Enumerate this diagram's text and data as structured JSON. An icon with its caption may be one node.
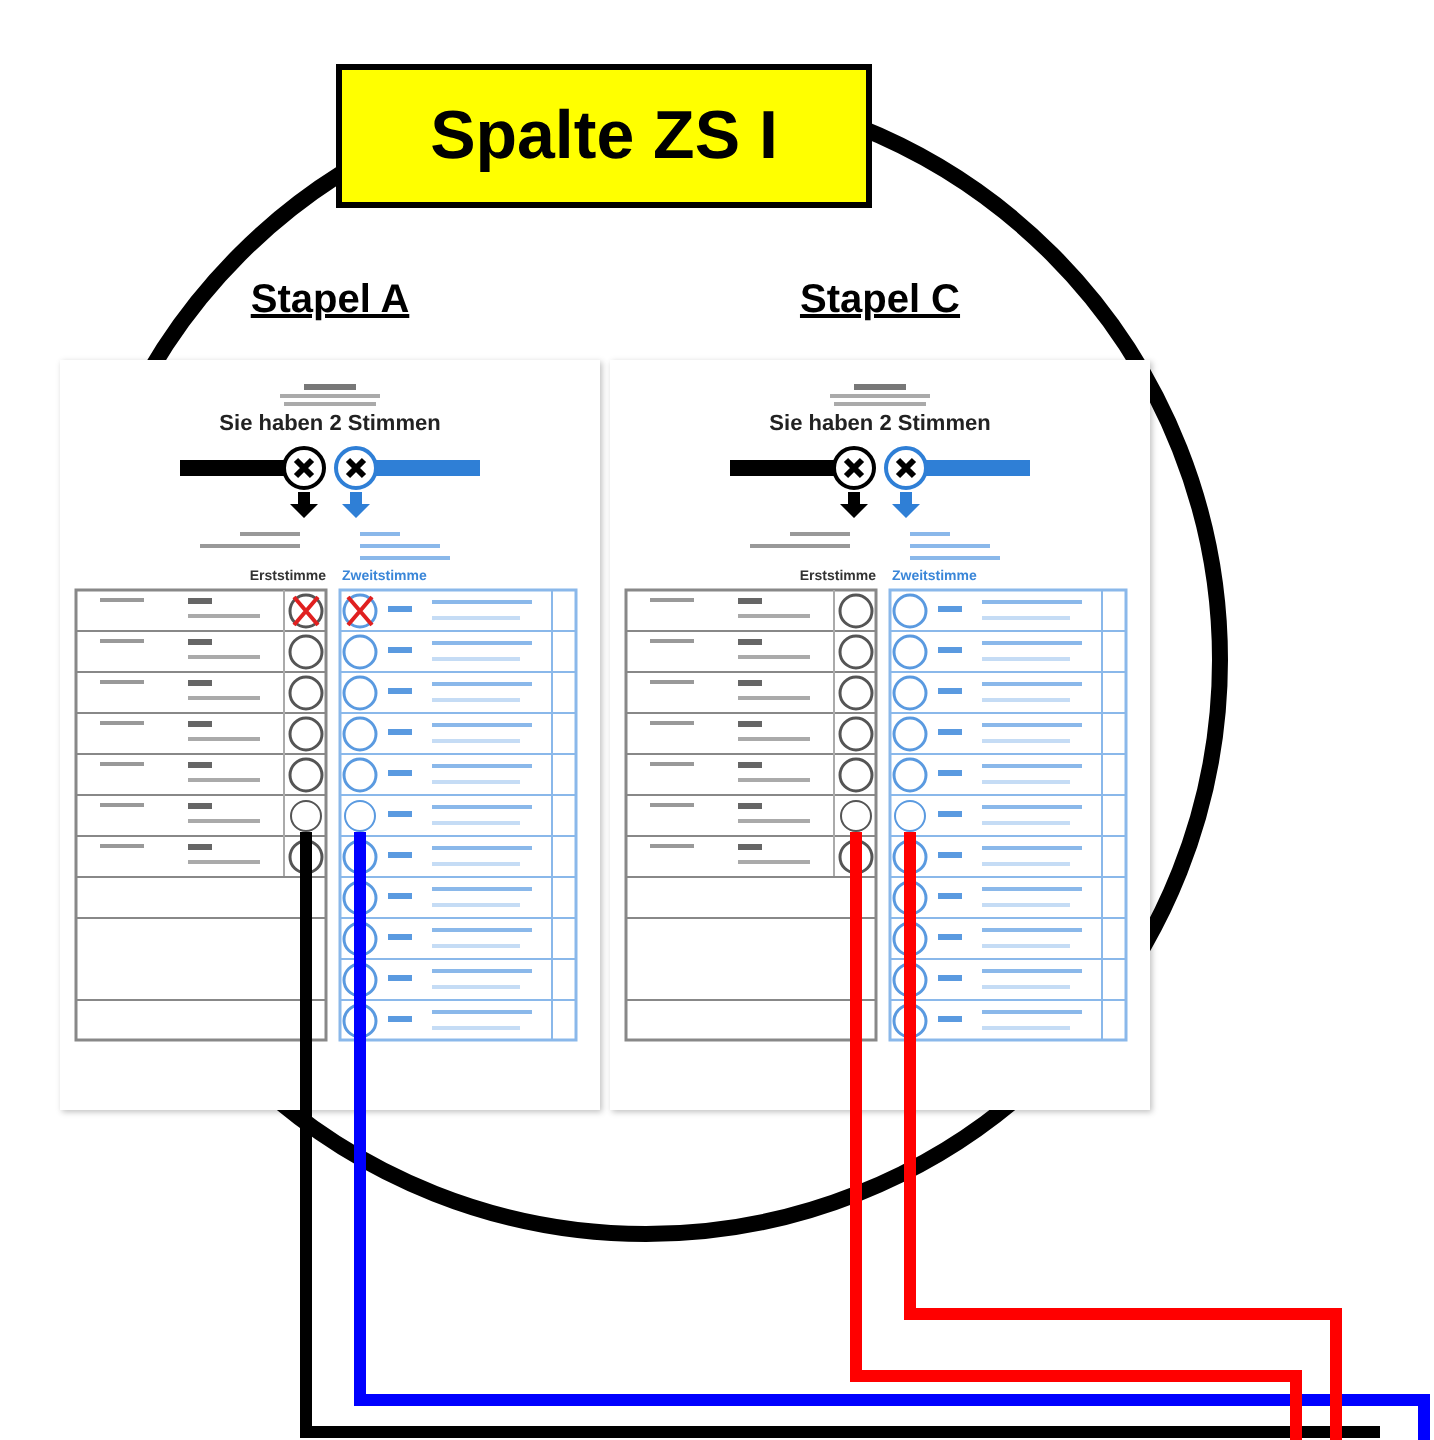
{
  "diagram": {
    "nodes": [
      {
        "text": [
          "Spalte ZS I"
        ]
      },
      {
        "text": [
          "Stapel A",
          "Sie haben 2 Stimmen",
          "Erststimme",
          "Zweitstimme"
        ]
      },
      {
        "text": [
          "Stapel C",
          "Sie haben 2 Stimmen",
          "Erststimme",
          "Zweitstimme"
        ]
      },
      {
        "text": [],
        "shape": "circle",
        "in": 1
      },
      {
        "text": [],
        "shape": "circle",
        "in": 1
      },
      {
        "text": [],
        "shape": "circle",
        "in": 2
      },
      {
        "text": [],
        "shape": "circle",
        "in": 2
      }
    ],
    "edges": [
      {
        "from": 3,
        "to": null,
        "arrow": "none",
        "color": "#000000"
      },
      {
        "from": 4,
        "to": null,
        "arrow": "none",
        "color": "#0000ff"
      },
      {
        "from": 5,
        "to": null,
        "arrow": "none",
        "color": "#ff0000"
      },
      {
        "from": 6,
        "to": null,
        "arrow": "none",
        "color": "#ff0000"
      }
    ]
  }
}
